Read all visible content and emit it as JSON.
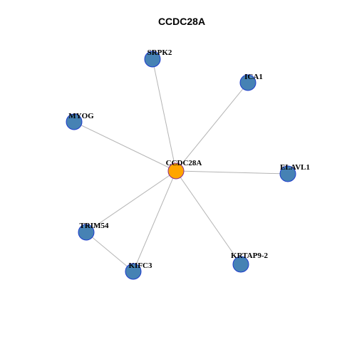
{
  "title": "CCDC28A",
  "colors": {
    "center_fill": "#ffa500",
    "center_stroke": "#8b2d8b",
    "node_fill": "#4682b4",
    "node_stroke": "#1e3ccd",
    "edge": "#b4b4b4"
  },
  "nodes": [
    {
      "id": "CCDC28A",
      "label": "CCDC28A",
      "center": true
    },
    {
      "id": "SRPK2",
      "label": "SRPK2",
      "center": false
    },
    {
      "id": "ICA1",
      "label": "ICA1",
      "center": false
    },
    {
      "id": "MYOG",
      "label": "MYOG",
      "center": false
    },
    {
      "id": "ELAVL1",
      "label": "ELAVL1",
      "center": false
    },
    {
      "id": "TRIM54",
      "label": "TRIM54",
      "center": false
    },
    {
      "id": "KIFC3",
      "label": "KIFC3",
      "center": false
    },
    {
      "id": "KRTAP9-2",
      "label": "KRTAP9-2",
      "center": false
    }
  ],
  "edges": [
    [
      "CCDC28A",
      "SRPK2"
    ],
    [
      "CCDC28A",
      "ICA1"
    ],
    [
      "CCDC28A",
      "MYOG"
    ],
    [
      "CCDC28A",
      "ELAVL1"
    ],
    [
      "CCDC28A",
      "TRIM54"
    ],
    [
      "CCDC28A",
      "KIFC3"
    ],
    [
      "CCDC28A",
      "KRTAP9-2"
    ],
    [
      "TRIM54",
      "KIFC3"
    ]
  ]
}
